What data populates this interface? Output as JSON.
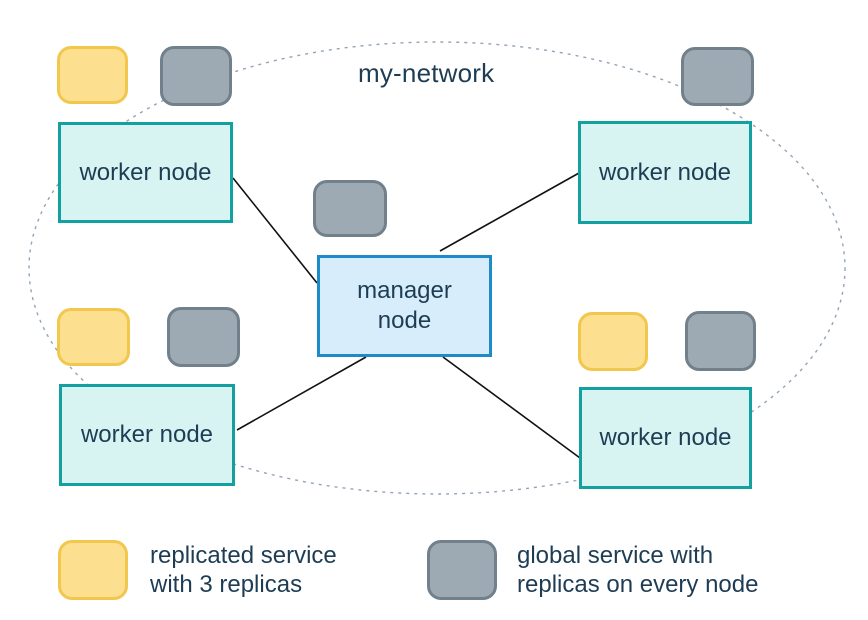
{
  "network": {
    "label": "my-network"
  },
  "nodes": {
    "manager": {
      "label": "manager node",
      "type": "manager"
    },
    "worker_top_left": {
      "label": "worker node",
      "type": "worker"
    },
    "worker_top_right": {
      "label": "worker node",
      "type": "worker"
    },
    "worker_bottom_left": {
      "label": "worker node",
      "type": "worker"
    },
    "worker_bottom_right": {
      "label": "worker node",
      "type": "worker"
    }
  },
  "edges": [
    {
      "from": "manager",
      "to": "worker_top_left"
    },
    {
      "from": "manager",
      "to": "worker_top_right"
    },
    {
      "from": "manager",
      "to": "worker_bottom_left"
    },
    {
      "from": "manager",
      "to": "worker_bottom_right"
    }
  ],
  "service_instances": [
    {
      "node": "worker_top_left",
      "services": [
        "replicated",
        "global"
      ]
    },
    {
      "node": "worker_top_right",
      "services": [
        "global"
      ]
    },
    {
      "node": "manager",
      "services": [
        "global"
      ]
    },
    {
      "node": "worker_bottom_left",
      "services": [
        "replicated",
        "global"
      ]
    },
    {
      "node": "worker_bottom_right",
      "services": [
        "replicated",
        "global"
      ]
    }
  ],
  "legend": {
    "replicated": "replicated service\nwith 3 replicas",
    "global": "global service with\nreplicas on every node"
  },
  "colors": {
    "replicated_fill": "#FCE08F",
    "replicated_border": "#F2C74E",
    "global_fill": "#9DAAB4",
    "global_border": "#71808A",
    "worker_fill": "#D8F4F2",
    "worker_border": "#12A0A0",
    "manager_fill": "#D7EDFB",
    "manager_border": "#1E8BC9",
    "text": "#1E3D54",
    "edge_line": "#111111",
    "network_dash": "#93A4B5",
    "background": "#FFFFFF"
  }
}
